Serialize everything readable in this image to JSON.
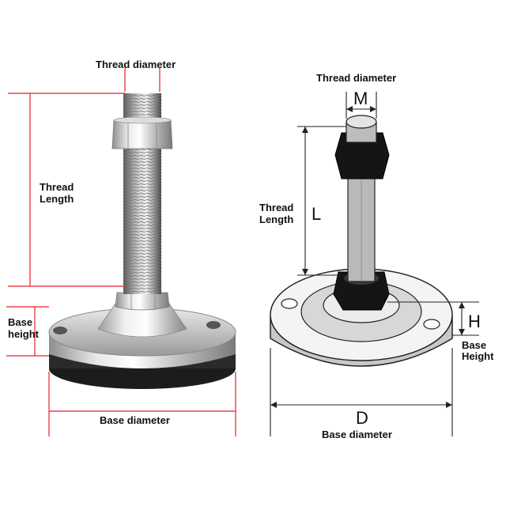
{
  "left_diagram": {
    "thread_diameter": "Thread diameter",
    "thread_length_1": "Thread",
    "thread_length_2": "Length",
    "base_height_1": "Base",
    "base_height_2": "height",
    "base_diameter": "Base diameter",
    "dimension_line_color": "#e8202a"
  },
  "right_diagram": {
    "thread_diameter": "Thread diameter",
    "symbol_m": "M",
    "thread_length_1": "Thread",
    "thread_length_2": "Length",
    "symbol_l": "L",
    "symbol_h": "H",
    "base_height_1": "Base",
    "base_height_2": "Height",
    "symbol_d": "D",
    "base_diameter": "Base diameter",
    "dimension_line_color": "#222222"
  }
}
